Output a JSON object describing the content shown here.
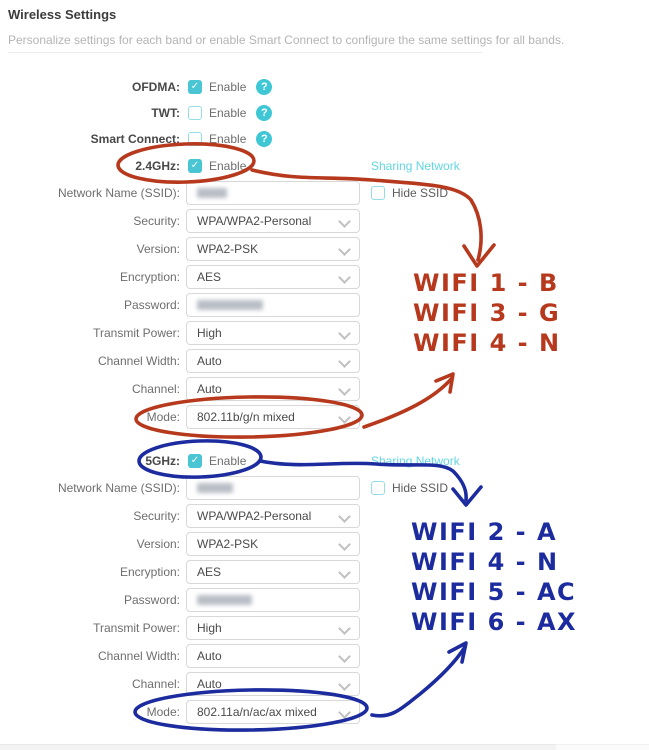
{
  "header": {
    "title": "Wireless Settings",
    "subtitle": "Personalize settings for each band or enable Smart Connect to configure the same settings for all bands."
  },
  "labels": {
    "enable": "Enable",
    "hide_ssid": "Hide SSID",
    "sharing_network": "Sharing Network"
  },
  "icons": {
    "help": "?",
    "check": "✓"
  },
  "colors": {
    "teal": "#49c5d3",
    "link_teal": "#63d6e0",
    "red": "#b6391d",
    "blue": "#1c2b9e"
  },
  "global_rows": [
    {
      "label": "OFDMA:",
      "checked": true,
      "help": true
    },
    {
      "label": "TWT:",
      "checked": false,
      "help": true
    },
    {
      "label": "Smart Connect:",
      "checked": false,
      "help": true
    }
  ],
  "bands": [
    {
      "name": "2.4GHz:",
      "enabled": true,
      "sharing_link": "Sharing Network",
      "fields": [
        {
          "label": "Network Name (SSID):",
          "type": "input",
          "value": "",
          "masked": true,
          "masked_w": 30,
          "hide_ssid": true,
          "hide_ssid_checked": false
        },
        {
          "label": "Security:",
          "type": "select",
          "value": "WPA/WPA2-Personal"
        },
        {
          "label": "Version:",
          "type": "select",
          "value": "WPA2-PSK"
        },
        {
          "label": "Encryption:",
          "type": "select",
          "value": "AES"
        },
        {
          "label": "Password:",
          "type": "input",
          "value": "",
          "masked": true,
          "masked_w": 66
        },
        {
          "label": "Transmit Power:",
          "type": "select",
          "value": "High"
        },
        {
          "label": "Channel Width:",
          "type": "select",
          "value": "Auto"
        },
        {
          "label": "Channel:",
          "type": "select",
          "value": "Auto"
        },
        {
          "label": "Mode:",
          "type": "select",
          "value": "802.11b/g/n mixed"
        }
      ]
    },
    {
      "name": "5GHz:",
      "enabled": true,
      "sharing_link": "Sharing Network",
      "fields": [
        {
          "label": "Network Name (SSID):",
          "type": "input",
          "value": "",
          "masked": true,
          "masked_w": 36,
          "hide_ssid": true,
          "hide_ssid_checked": false
        },
        {
          "label": "Security:",
          "type": "select",
          "value": "WPA/WPA2-Personal"
        },
        {
          "label": "Version:",
          "type": "select",
          "value": "WPA2-PSK"
        },
        {
          "label": "Encryption:",
          "type": "select",
          "value": "AES"
        },
        {
          "label": "Password:",
          "type": "input",
          "value": "",
          "masked": true,
          "masked_w": 55
        },
        {
          "label": "Transmit Power:",
          "type": "select",
          "value": "High"
        },
        {
          "label": "Channel Width:",
          "type": "select",
          "value": "Auto"
        },
        {
          "label": "Channel:",
          "type": "select",
          "value": "Auto"
        },
        {
          "label": "Mode:",
          "type": "select",
          "value": "802.11a/n/ac/ax mixed"
        }
      ]
    }
  ],
  "annotations": {
    "red": {
      "color": "#b6391d",
      "lines": [
        "WIFI 1 - B",
        "WIFI 3 - G",
        "WIFI 4 - N"
      ]
    },
    "blue": {
      "color": "#1c2b9e",
      "lines": [
        "WIFI 2 - A",
        "WIFI 4 - N",
        "WIFI 5 - AC",
        "WIFI 6 - AX"
      ]
    }
  }
}
